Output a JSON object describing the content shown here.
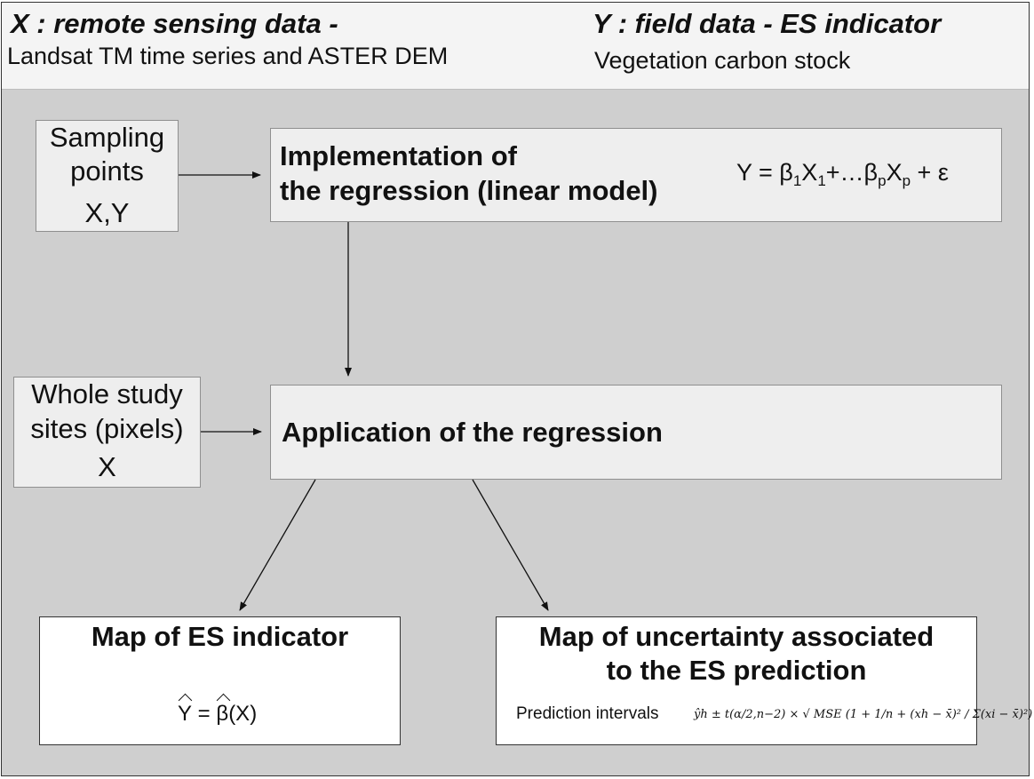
{
  "header": {
    "x_title": "X : remote sensing data -",
    "x_desc": "Landsat TM time series and ASTER DEM",
    "y_title": "Y : field data - ES indicator",
    "y_desc": "Vegetation carbon stock"
  },
  "sampling": {
    "line1": "Sampling",
    "line2": "points",
    "line3": "X,Y"
  },
  "implementation": {
    "line1": "Implementation of",
    "line2": "the regression (linear model)",
    "formula": {
      "y": "Y = β",
      "s1": "1",
      "x1": "X",
      "s2": "1",
      "mid": "+…β",
      "sp": "p",
      "xp": "X",
      "sp2": "p",
      "end": " + ε"
    }
  },
  "whole_sites": {
    "line1": "Whole study",
    "line2": "sites (pixels)",
    "line3": "X"
  },
  "application": {
    "label": "Application of the regression"
  },
  "map_es": {
    "title": "Map of ES indicator",
    "formula": {
      "y": "Y",
      "eq": " = ",
      "b": "β",
      "arg": "(X)"
    }
  },
  "map_uncertainty": {
    "line1": "Map of uncertainty associated",
    "line2": "to the ES prediction",
    "pi_label": "Prediction intervals",
    "pi_formula": "ŷh ± t(α/2,n−2) × √ MSE (1 + 1/n + (xh − x̄)² / Σ(xi − x̄)²)"
  },
  "colors": {
    "panel": "#cfcfcf",
    "header": "#f4f4f4",
    "box": "#eeeeee",
    "arrow": "#111111"
  }
}
